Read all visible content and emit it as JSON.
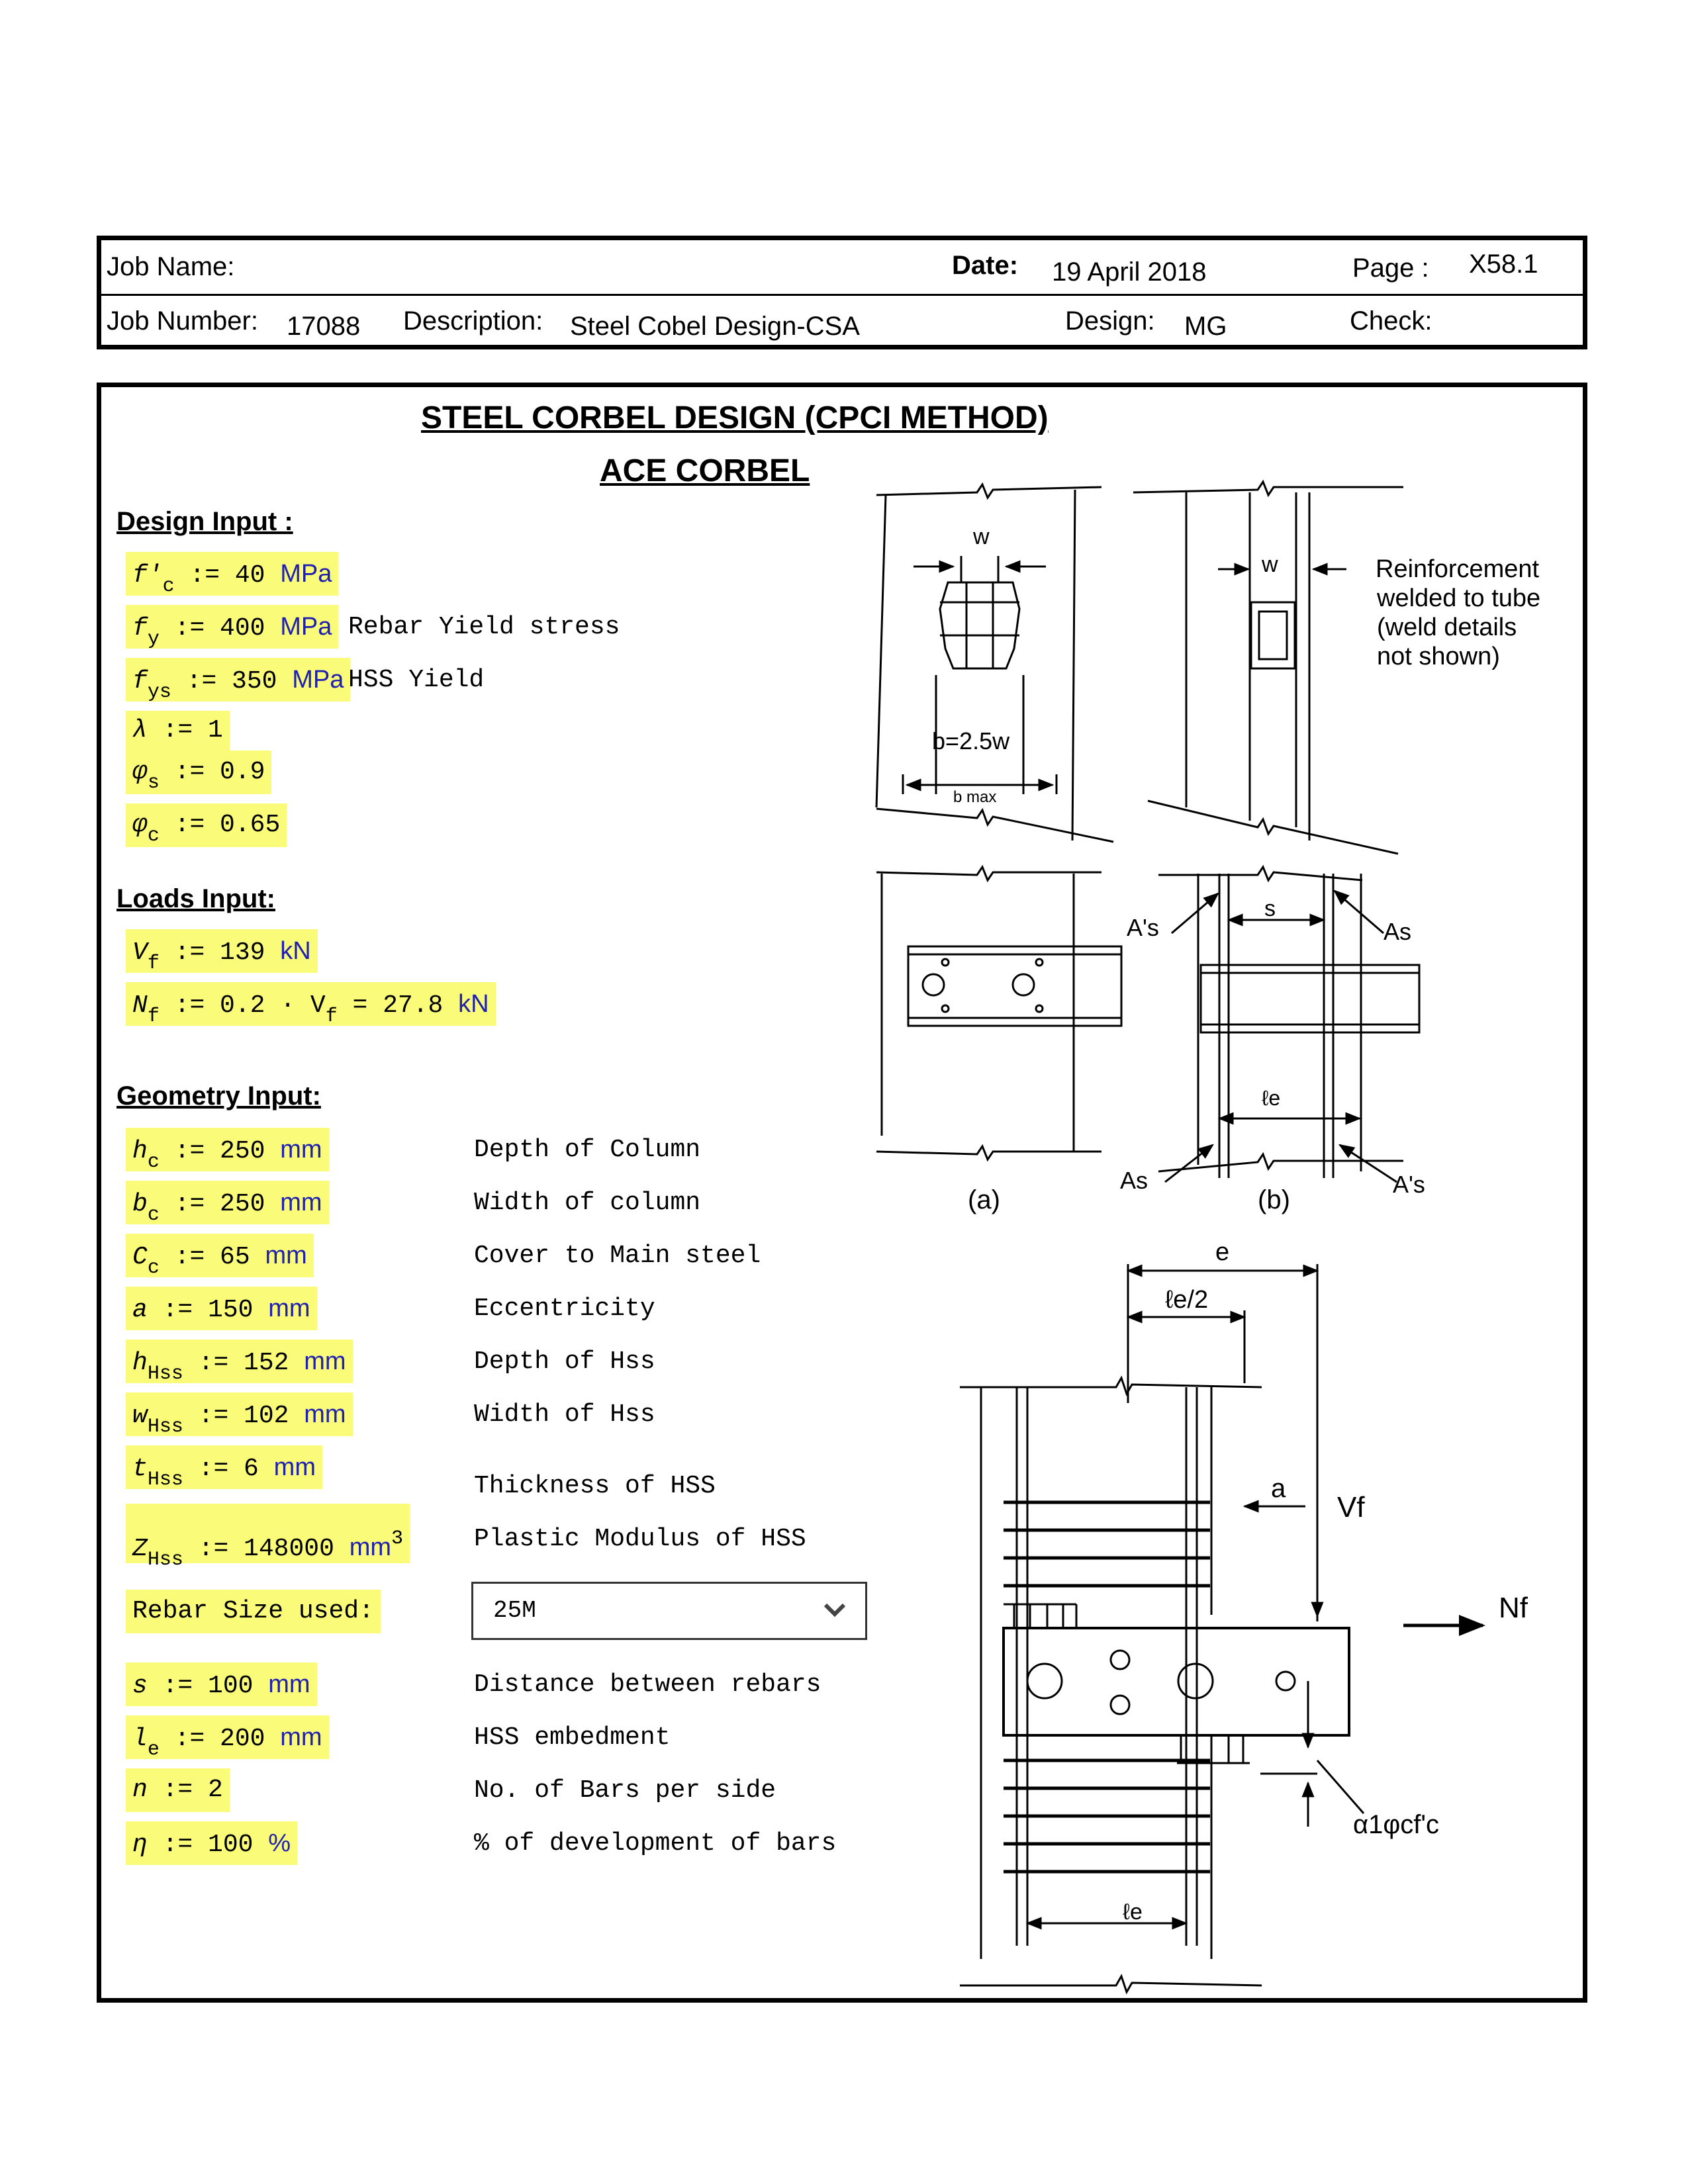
{
  "header": {
    "job_name_label": "Job Name:",
    "date_label": "Date:",
    "date_value": "19 April 2018",
    "page_label": "Page :",
    "page_value": "X58.1",
    "job_number_label": "Job Number:",
    "job_number_value": "17088",
    "description_label": "Description:",
    "description_value": "Steel Cobel Design-CSA",
    "design_label": "Design:",
    "design_value": "MG",
    "check_label": "Check:"
  },
  "titles": {
    "main": "STEEL CORBEL DESIGN (CPCI METHOD)",
    "sub": "ACE CORBEL"
  },
  "sections": {
    "design_input": "Design Input :",
    "loads_input": "Loads Input:",
    "geometry_input": "Geometry Input:"
  },
  "design_inputs": [
    {
      "sym": "f'",
      "sub": "c",
      "expr": ":= 40",
      "unit": "MPa",
      "desc": ""
    },
    {
      "sym": "f",
      "sub": "y",
      "expr": ":= 400",
      "unit": "MPa",
      "desc": "Rebar Yield stress"
    },
    {
      "sym": "f",
      "sub": "ys",
      "expr": ":= 350",
      "unit": "MPa",
      "desc": "HSS Yield"
    },
    {
      "sym": "λ",
      "sub": "",
      "expr": ":= 1",
      "unit": "",
      "desc": ""
    },
    {
      "sym": "φ",
      "sub": "s",
      "expr": ":= 0.9",
      "unit": "",
      "desc": ""
    },
    {
      "sym": "φ",
      "sub": "c",
      "expr": ":= 0.65",
      "unit": "",
      "desc": ""
    }
  ],
  "load_inputs": {
    "vf": {
      "sym": "V",
      "sub": "f",
      "expr": ":= 139",
      "unit": "kN"
    },
    "nf": {
      "sym": "N",
      "sub": "f",
      "expr1": ":= 0.2 · V",
      "sub2": "f",
      "expr2": "= 27.8",
      "unit": "kN"
    }
  },
  "geometry_inputs": [
    {
      "sym": "h",
      "sub": "c",
      "expr": ":= 250",
      "unit": "mm",
      "sup": "",
      "desc": "Depth of Column"
    },
    {
      "sym": "b",
      "sub": "c",
      "expr": ":= 250",
      "unit": "mm",
      "sup": "",
      "desc": "Width of column"
    },
    {
      "sym": "C",
      "sub": "c",
      "expr": ":= 65",
      "unit": "mm",
      "sup": "",
      "desc": "Cover to Main steel"
    },
    {
      "sym": "a",
      "sub": "",
      "expr": ":= 150",
      "unit": "mm",
      "sup": "",
      "desc": "Eccentricity"
    },
    {
      "sym": "h",
      "sub": "Hss",
      "expr": ":= 152",
      "unit": "mm",
      "sup": "",
      "desc": "Depth of Hss"
    },
    {
      "sym": "w",
      "sub": "Hss",
      "expr": ":= 102",
      "unit": "mm",
      "sup": "",
      "desc": "Width of Hss"
    },
    {
      "sym": "t",
      "sub": "Hss",
      "expr": ":= 6",
      "unit": "mm",
      "sup": "",
      "desc": "Thickness of HSS"
    },
    {
      "sym": "Z",
      "sub": "Hss",
      "expr": ":= 148000",
      "unit": "mm",
      "sup": "3",
      "desc": "Plastic Modulus of HSS"
    }
  ],
  "rebar": {
    "label": "Rebar Size used:",
    "selected": "25M"
  },
  "extra_inputs": [
    {
      "sym": "s",
      "sub": "",
      "expr": ":= 100",
      "unit": "mm",
      "desc": "Distance between rebars"
    },
    {
      "sym": "l",
      "sub": "e",
      "expr": ":= 200",
      "unit": "mm",
      "desc": "HSS embedment"
    },
    {
      "sym": "n",
      "sub": "",
      "expr": ":= 2",
      "unit": "",
      "desc": "No. of Bars per side"
    },
    {
      "sym": "η",
      "sub": "",
      "expr": ":= 100",
      "unit": "%",
      "desc": "% of development of bars"
    }
  ],
  "figure_labels": {
    "w": "w",
    "b": "b=2.5w",
    "bmax": "b max",
    "reinf": [
      "Reinforcement",
      "welded to tube",
      "(weld details",
      "not shown)"
    ],
    "as_prime": "A's",
    "s": "s",
    "as": "As",
    "le": "ℓe",
    "a_cap": "(a)",
    "b_cap": "(b)",
    "e": "e",
    "le_half": "ℓe/2",
    "a": "a",
    "vf": "Vf",
    "nf": "Nf",
    "alpha": "α1φcf'c"
  },
  "colors": {
    "highlight": "#fbfb7a",
    "unit": "#2020b0"
  }
}
